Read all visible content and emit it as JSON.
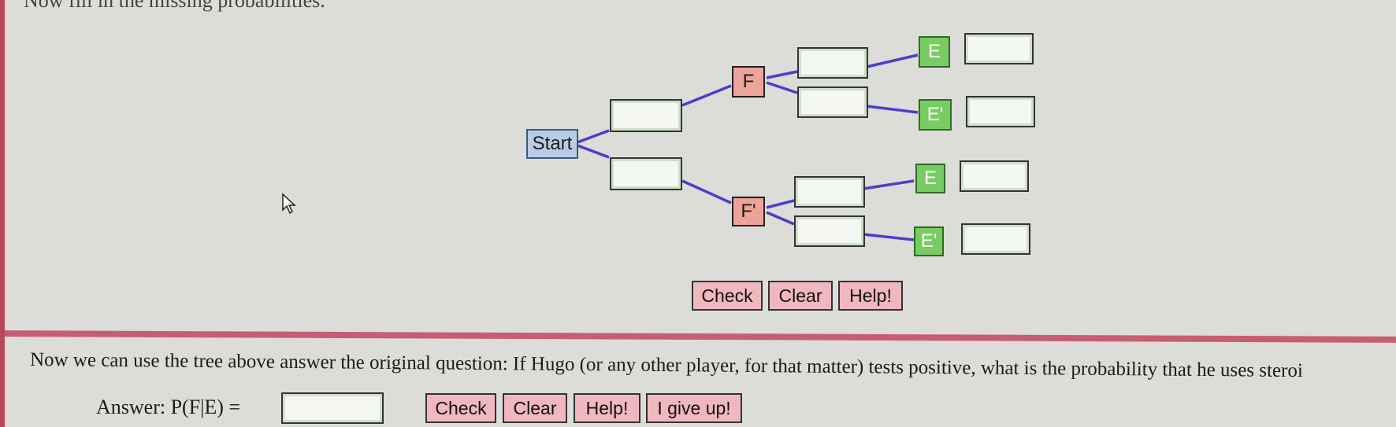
{
  "instruction_text": "Now fill in the missing probabilities.",
  "tree": {
    "start_label": "Start",
    "f_label": "F",
    "f_prime_label": "F'",
    "e_labels": [
      "E",
      "E'",
      "E",
      "E'"
    ]
  },
  "tree_buttons": {
    "check": "Check",
    "clear": "Clear",
    "help": "Help!"
  },
  "question": "Now we can use the tree above answer the original question: If Hugo (or any other player, for that matter) tests positive, what is the probability that he uses steroi",
  "answer": {
    "label": "Answer: P(F|E) ="
  },
  "answer_buttons": {
    "check": "Check",
    "clear": "Clear",
    "help": "Help!",
    "give_up": "I give up!"
  },
  "colors": {
    "node_start": "#b8cde4",
    "node_f": "#eda39a",
    "node_e": "#79cc63",
    "button": "#f0b8be",
    "branch_line": "#4a3fc8",
    "divider": "#c75d73"
  }
}
